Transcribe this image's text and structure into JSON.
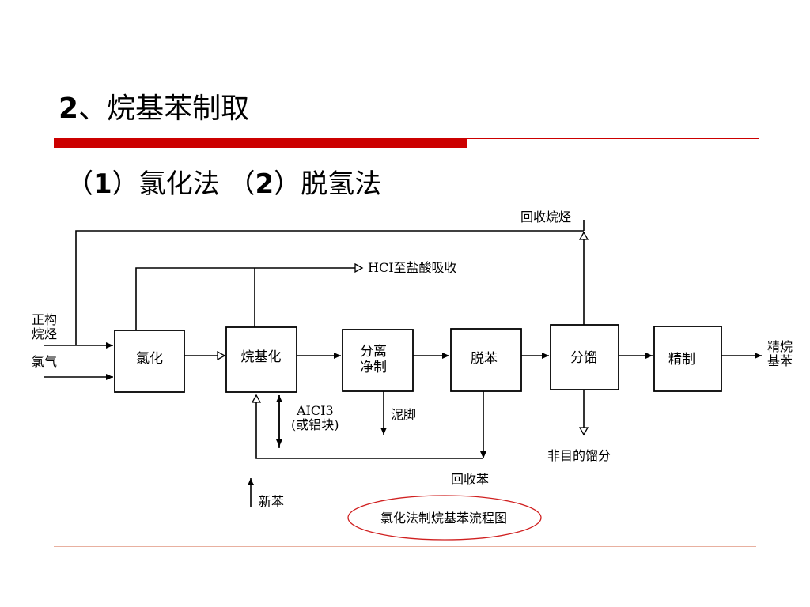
{
  "slide": {
    "title_number": "2",
    "title_text": "、烷基苯制取",
    "subtitle_1_num": "1",
    "subtitle_1_text": "氯化法",
    "subtitle_2_num": "2",
    "subtitle_2_text": "脱氢法"
  },
  "diagram": {
    "caption": "氯化法制烷基苯流程图",
    "boxes": {
      "chlorination": "氯化",
      "alkylation": "烷基化",
      "separation_1": "分离",
      "separation_2": "净制",
      "debenzene": "脱苯",
      "fractionation": "分馏",
      "refining": "精制"
    },
    "labels": {
      "input_n_alkane_1": "正构",
      "input_n_alkane_2": "烷烃",
      "input_chlorine": "氯气",
      "recycle_alkane": "回收烷烃",
      "hcl_to_acid": "HCI至盐酸吸收",
      "alcl3_1": "AICI3",
      "alcl3_2": "(或铝块)",
      "sludge": "泥脚",
      "recycle_benzene": "回收苯",
      "fresh_benzene": "新苯",
      "nontarget_fraction": "非目的馏分",
      "product_1": "精烷",
      "product_2": "基苯"
    }
  }
}
